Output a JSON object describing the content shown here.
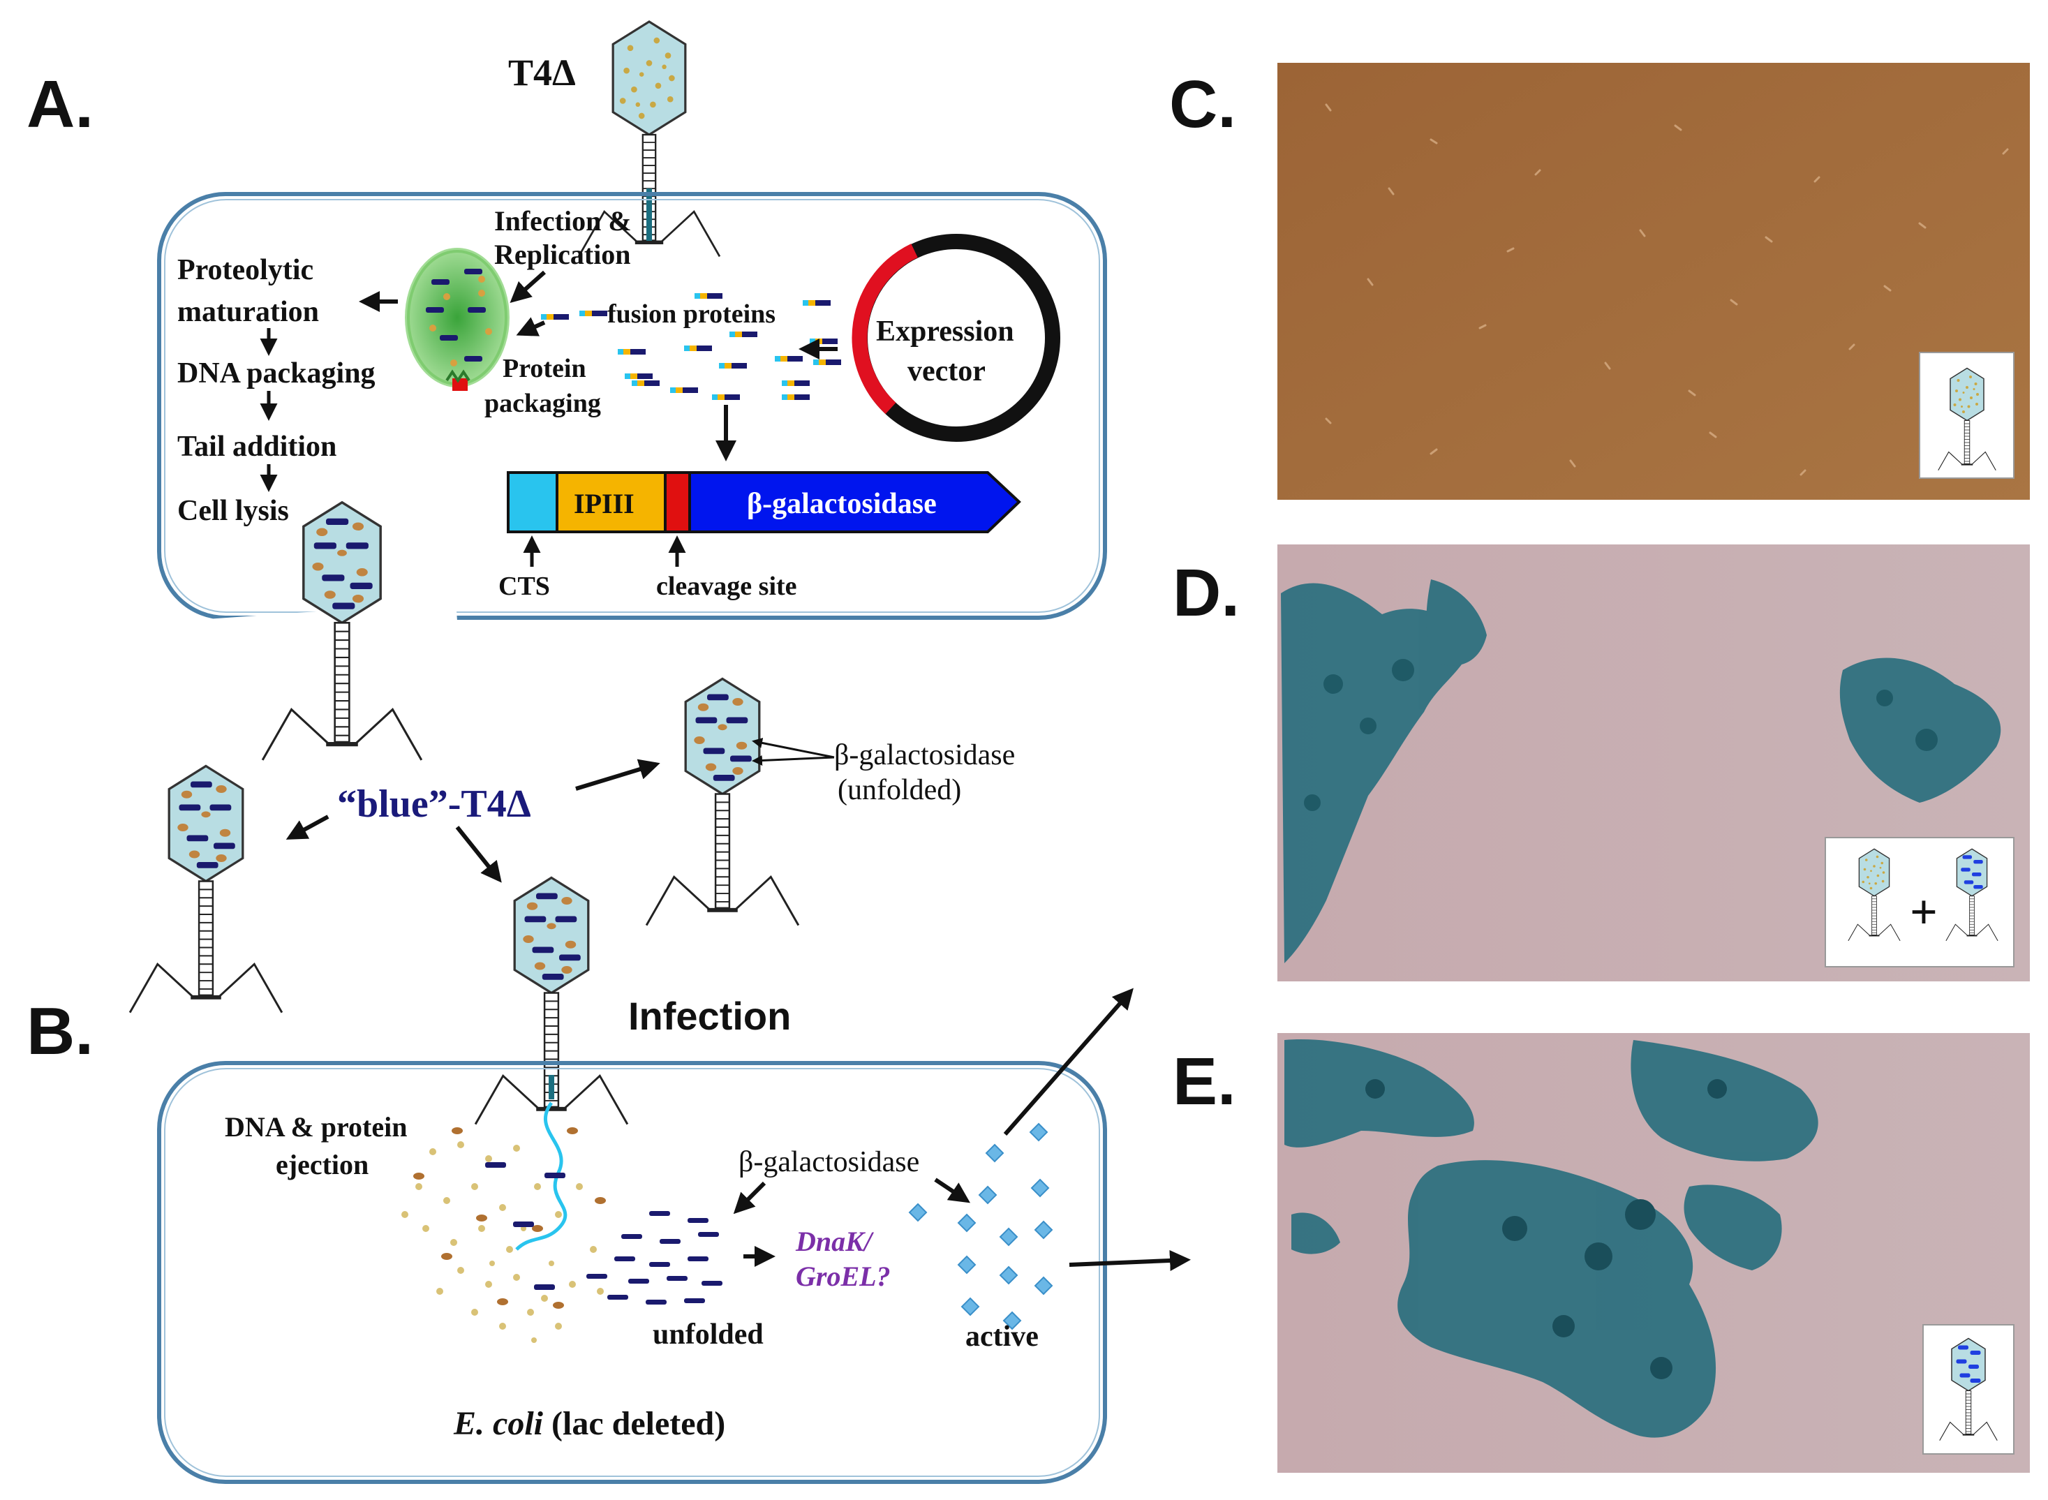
{
  "panels": {
    "a": "A.",
    "b": "B.",
    "c": "C.",
    "d": "D.",
    "e": "E."
  },
  "panel_a": {
    "phage_label": "T4Δ",
    "infection_replication": [
      "Infection &",
      "Replication"
    ],
    "maturation_steps": [
      "Proteolytic",
      "maturation",
      "DNA packaging",
      "Tail addition",
      "Cell lysis"
    ],
    "fusion_proteins": "fusion proteins",
    "protein_packaging": [
      "Protein",
      "packaging"
    ],
    "expression_vector": [
      "Expression",
      "vector"
    ],
    "construct": {
      "segment_ipiii": "IPIII",
      "segment_bgal": "β-galactosidase",
      "cts_label": "CTS",
      "cleavage_label": "cleavage site"
    },
    "blue_phage": "“blue”-T4Δ",
    "bgal_unfolded": [
      "β-galactosidase",
      "(unfolded)"
    ]
  },
  "panel_b": {
    "infection": "Infection",
    "dna_protein_ejection": [
      "DNA & protein",
      "ejection"
    ],
    "bgal": "β-galactosidase",
    "chaperones": [
      "DnaK/",
      "GroEL?"
    ],
    "unfolded": "unfolded",
    "active": "active",
    "ecoli": "E. coli",
    "lac_deleted": " (lac deleted)"
  },
  "panel_d": {
    "plus": "+"
  },
  "colors": {
    "cell_border": "#4a7fa8",
    "capsid": "#b8dde3",
    "dot": "#c9a844",
    "bar": "#1a1a6e",
    "cts": "#29c4ee",
    "ipiii": "#f5b400",
    "cleavage": "#e01010",
    "bgal": "#0015ee",
    "blue_text": "#1a1a7a",
    "purple_text": "#7b2fa8",
    "plate_brown": "#a06a3c",
    "plate_pink": "#c7aeb2",
    "plaque_blue": "#2a6f7e"
  }
}
